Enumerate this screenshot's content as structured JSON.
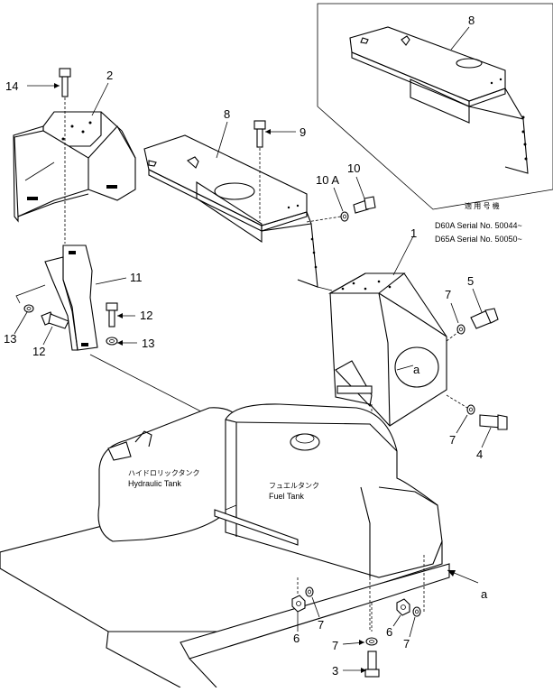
{
  "callouts": {
    "c1": "1",
    "c2": "2",
    "c3": "3",
    "c4": "4",
    "c5": "5",
    "c6a": "6",
    "c6b": "6",
    "c7a": "7",
    "c7b": "7",
    "c7c": "7",
    "c7d": "7",
    "c7e": "7",
    "c8a": "8",
    "c8b": "8",
    "c9": "9",
    "c10": "10",
    "c10a": "10 A",
    "c11": "11",
    "c12a": "12",
    "c12b": "12",
    "c13a": "13",
    "c13b": "13",
    "c14": "14",
    "ca": "a",
    "ca_view": "a"
  },
  "labels": {
    "hydraulic_jp": "ハイドロリックタンク",
    "hydraulic_en": "Hydraulic  Tank",
    "fuel_jp": "フュエルタンク",
    "fuel_en": "Fuel  Tank"
  },
  "applicability": {
    "heading": "適 用 号 機",
    "line1": "D60A Serial No.  50044~",
    "line2": "D65A Serial No.  50050~"
  }
}
